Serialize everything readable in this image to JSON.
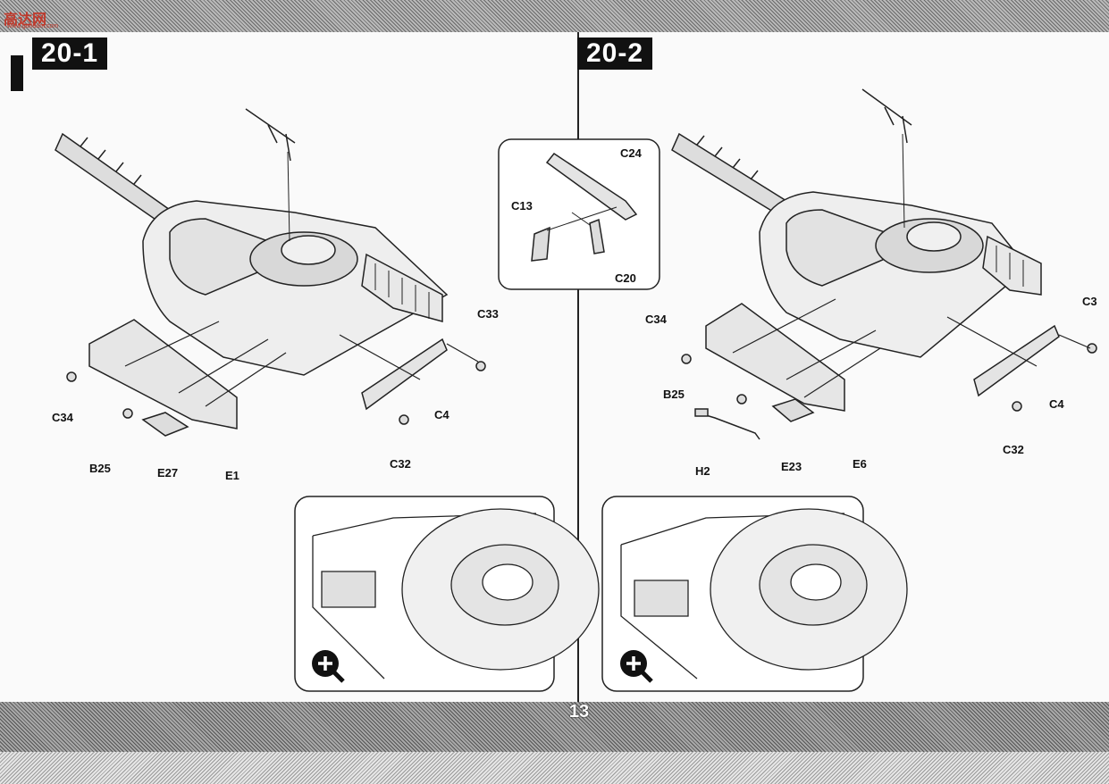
{
  "logo": {
    "text": "高达网",
    "sub": "www.gundam.com"
  },
  "steps": [
    {
      "label": "20-1"
    },
    {
      "label": "20-2"
    }
  ],
  "page_number": "13",
  "parts_step1": {
    "c34": "C34",
    "b25": "B25",
    "e27": "E27",
    "e1": "E1",
    "c33": "C33",
    "c4": "C4",
    "c32": "C32"
  },
  "parts_inset": {
    "c24": "C24",
    "c13": "C13",
    "c20": "C20"
  },
  "parts_step2": {
    "c34": "C34",
    "b25": "B25",
    "h2": "H2",
    "e23": "E23",
    "e6": "E6",
    "c3": "C3",
    "c4": "C4",
    "c32": "C32"
  },
  "icons": {
    "zoom": "magnifier-plus-icon"
  }
}
